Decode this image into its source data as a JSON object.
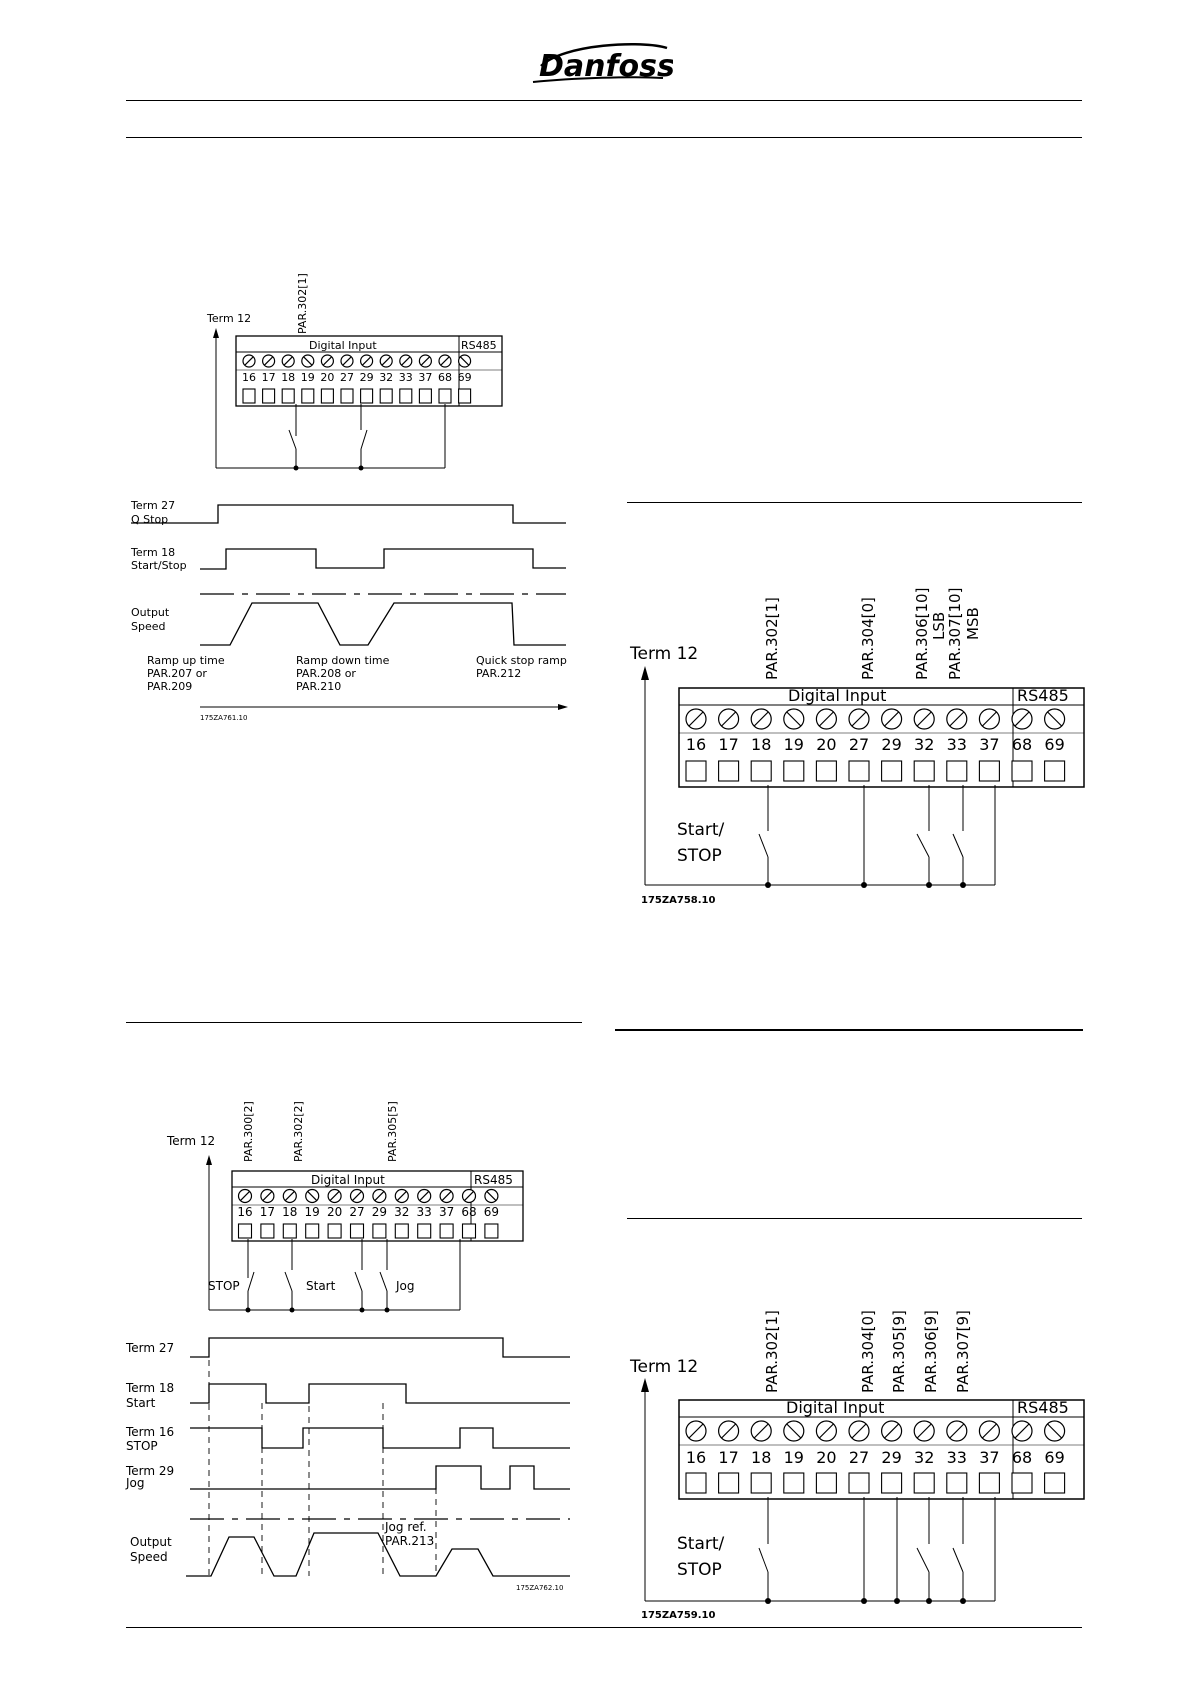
{
  "header": {
    "brand": "Danfoss"
  },
  "common": {
    "terminal_numbers": [
      "16",
      "17",
      "18",
      "19",
      "20",
      "27",
      "29",
      "32",
      "33",
      "37",
      "68",
      "69"
    ],
    "digital_input_label": "Digital Input",
    "rs485_label": "RS485",
    "term12_label": "Term 12"
  },
  "diagram1": {
    "param_labels": [
      "PAR.302[1]"
    ],
    "timing": {
      "rows": [
        [
          "Term 27",
          "Q Stop"
        ],
        [
          "Term 18",
          "Start/Stop"
        ],
        [
          "Output",
          "Speed"
        ]
      ],
      "notes": [
        [
          "Ramp up time",
          "PAR.207 or",
          "PAR.209"
        ],
        [
          "Ramp down time",
          "PAR.208 or",
          "PAR.210"
        ],
        [
          "Quick stop ramp",
          "PAR.212"
        ]
      ]
    },
    "ref_code": "175ZA761.10"
  },
  "diagram2": {
    "param_labels": [
      "PAR.302[1]",
      "PAR.304[0]",
      "PAR.306[10]",
      "LSB",
      "PAR.307[10]",
      "MSB"
    ],
    "switch_label": [
      "Start/",
      "STOP"
    ],
    "ref_code": "175ZA758.10"
  },
  "diagram3": {
    "param_labels": [
      "PAR.300[2]",
      "PAR.302[2]",
      "PAR.305[5]"
    ],
    "switch_labels": [
      "STOP",
      "Start",
      "Jog"
    ],
    "timing": {
      "rows": [
        [
          "Term 27"
        ],
        [
          "Term 18",
          "Start"
        ],
        [
          "Term 16",
          "STOP"
        ],
        [
          "Term 29",
          "Jog"
        ],
        [
          "Output",
          "Speed"
        ]
      ],
      "jog_note": [
        "Jog ref.",
        "PAR.213"
      ]
    },
    "ref_code": "175ZA762.10"
  },
  "diagram4": {
    "param_labels": [
      "PAR.302[1]",
      "PAR.304[0]",
      "PAR.305[9]",
      "PAR.306[9]",
      "PAR.307[9]"
    ],
    "switch_label": [
      "Start/",
      "STOP"
    ],
    "ref_code": "175ZA759.10"
  }
}
